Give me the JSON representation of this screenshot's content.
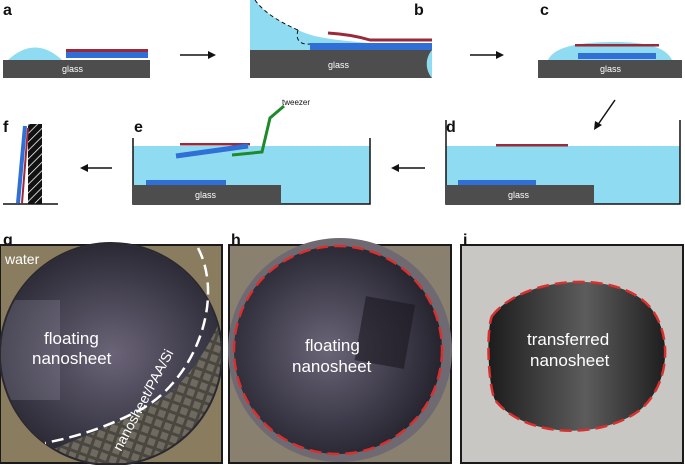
{
  "panels": {
    "a": "a",
    "b": "b",
    "c": "c",
    "d": "d",
    "e": "e",
    "f": "f",
    "g": "g",
    "h": "h",
    "i": "i"
  },
  "labels": {
    "glass": "glass",
    "tweezer": "tweezer",
    "water": "water",
    "floating_1": "floating",
    "nanosheet_1": "nanosheet",
    "nanosheet_pai_si": "nanosheet/PAA/Si",
    "floating_2": "floating",
    "nanosheet_2": "nanosheet",
    "transferred": "transferred",
    "nanosheet_3": "nanosheet"
  },
  "colors": {
    "water": "#8fdcf2",
    "glass": "#4d4d4d",
    "substrate_blue": "#2f6fd6",
    "nanosheet_red": "#9a2a3a",
    "tweezer_green": "#1f8a2a",
    "dashed_outline": "#d8302f"
  }
}
